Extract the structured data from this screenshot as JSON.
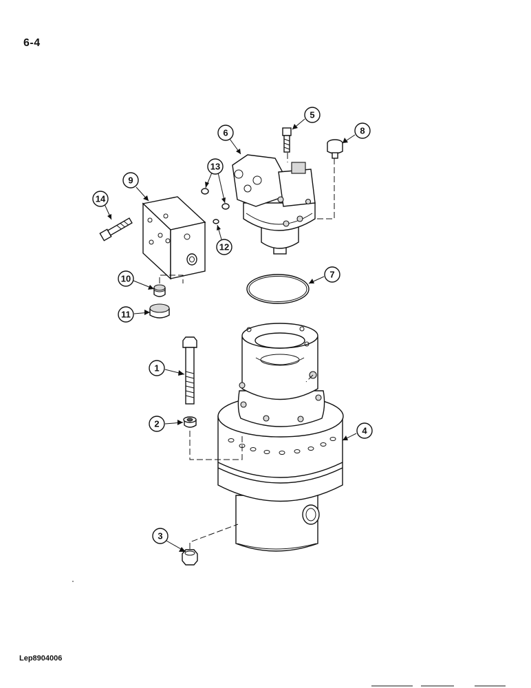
{
  "page": {
    "number": "6-4",
    "doc_code": "Lep8904006"
  },
  "callouts": {
    "c1": "1",
    "c2": "2",
    "c3": "3",
    "c4": "4",
    "c5": "5",
    "c6": "6",
    "c7": "7",
    "c8": "8",
    "c9": "9",
    "c10": "10",
    "c11": "11",
    "c12": "12",
    "c13": "13",
    "c14": "14"
  }
}
